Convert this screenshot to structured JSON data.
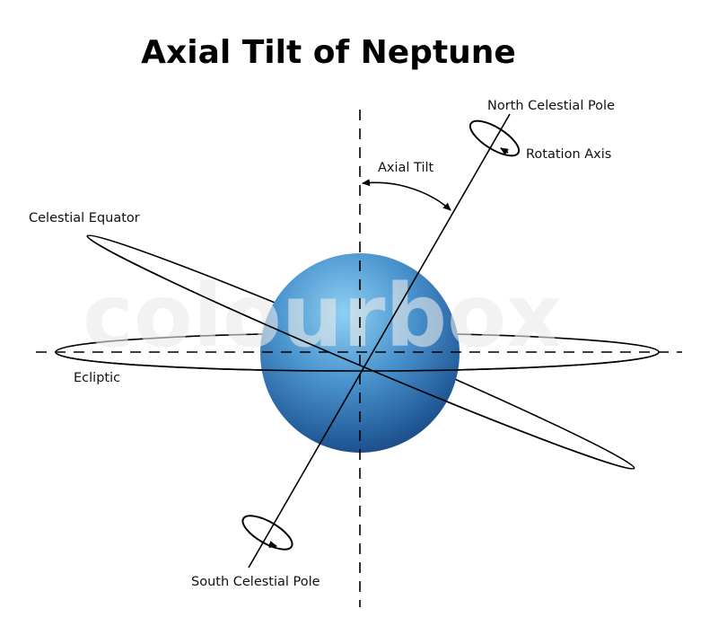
{
  "title": "Axial Tilt of Neptune",
  "labels": {
    "north_pole": "North Celestial Pole",
    "rotation_axis": "Rotation Axis",
    "axial_tilt": "Axial Tilt",
    "celestial_equator": "Celestial Equator",
    "ecliptic": "Ecliptic",
    "south_pole": "South Celestial Pole"
  },
  "watermark": "colourbox",
  "colors": {
    "planet_light": "#7fc4ec",
    "planet_mid": "#3f86c4",
    "planet_dark": "#1d4f8e",
    "line": "#000000"
  }
}
